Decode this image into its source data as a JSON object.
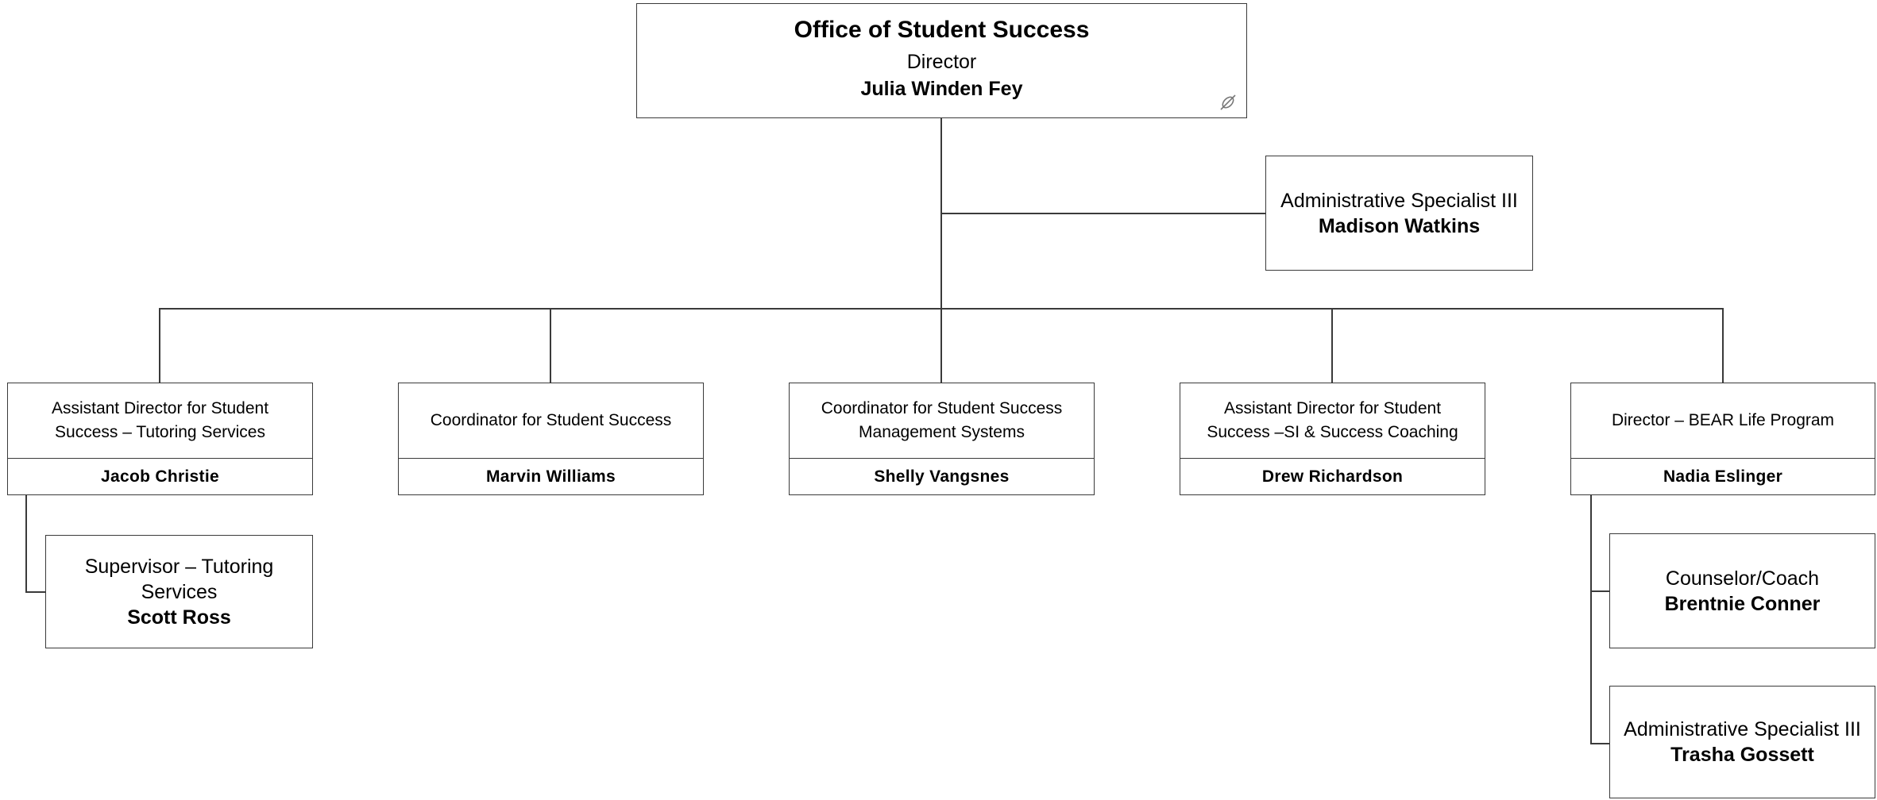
{
  "top": {
    "unit": "Office of Student Success",
    "role": "Director",
    "name": "Julia Winden Fey"
  },
  "assistant": {
    "role": "Administrative Specialist III",
    "name": "Madison Watkins"
  },
  "reports": [
    {
      "role": "Assistant Director for Student Success – Tutoring Services",
      "name": "Jacob Christie"
    },
    {
      "role": "Coordinator for Student Success",
      "name": "Marvin Williams"
    },
    {
      "role": "Coordinator for Student Success Management Systems",
      "name": "Shelly Vangsnes"
    },
    {
      "role": "Assistant Director for Student Success –SI & Success Coaching",
      "name": "Drew Richardson"
    },
    {
      "role": "Director – BEAR Life Program",
      "name": "Nadia Eslinger"
    }
  ],
  "sub_tutoring": {
    "role": "Supervisor – Tutoring Services",
    "name": "Scott Ross"
  },
  "sub_bear": [
    {
      "role": "Counselor/Coach",
      "name": "Brentnie Conner"
    },
    {
      "role": "Administrative Specialist III",
      "name": "Trasha Gossett"
    }
  ],
  "icons": {
    "top_box_corner": "unlink-icon"
  }
}
